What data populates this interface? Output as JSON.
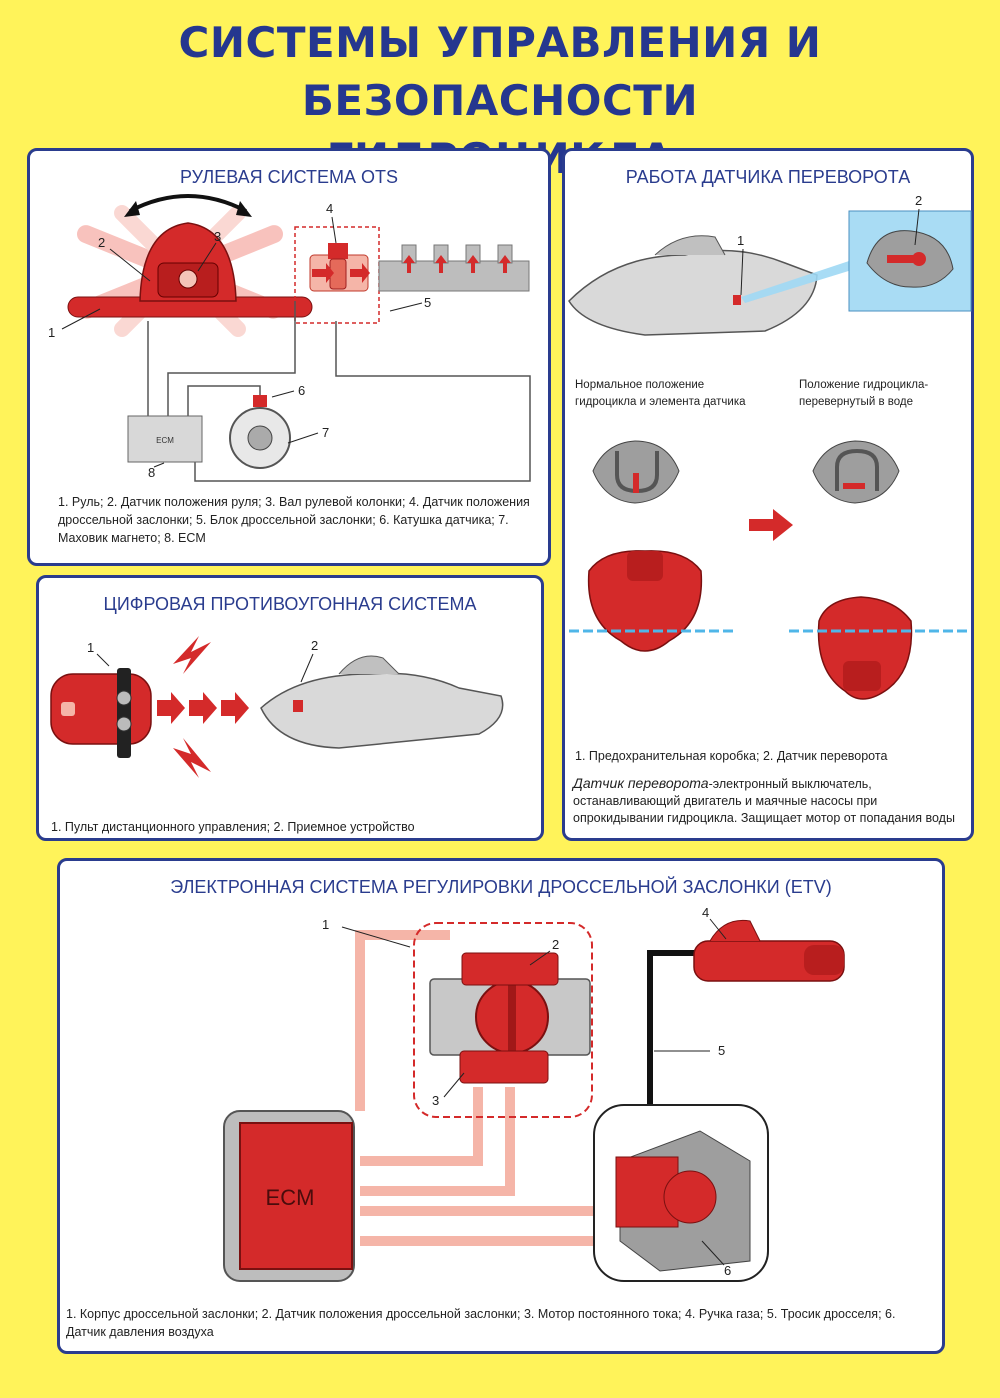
{
  "title": {
    "line1": "СИСТЕМЫ УПРАВЛЕНИЯ И БЕЗОПАСНОСТИ",
    "line2": "ГИДРОЦИКЛА"
  },
  "ots": {
    "title": "РУЛЕВАЯ СИСТЕМА OTS",
    "ecm_label": "ECM",
    "caption": "1. Руль; 2. Датчик положения руля; 3. Вал рулевой колонки; 4. Датчик положения дроссельной заслонки; 5. Блок дроссельной заслонки; 6. Катушка датчика; 7. Маховик магнето; 8. ECM",
    "numbers": [
      "1",
      "2",
      "3",
      "4",
      "5",
      "6",
      "7",
      "8"
    ]
  },
  "antitheft": {
    "title": "ЦИФРОВАЯ ПРОТИВОУГОННАЯ СИСТЕМА",
    "caption": "1. Пульт дистанционного управления; 2. Приемное устройство",
    "numbers": [
      "1",
      "2"
    ]
  },
  "rollover": {
    "title": "РАБОТА ДАТЧИКА ПЕРЕВОРОТА",
    "normal_text": "Нормальное положение гидроцикла и элемента датчика",
    "flipped_text": "Положение гидроцикла-перевернутый в воде",
    "caption": "1. Предохранительная коробка; 2. Датчик переворота",
    "desc_emph": "Датчик переворота",
    "desc_rest": "-электронный выключатель, останавливающий двигатель и маячные насосы при опрокидывании гидроцикла. Защищает мотор от попадания воды",
    "numbers": [
      "1",
      "2"
    ]
  },
  "etv": {
    "title": "ЭЛЕКТРОННАЯ СИСТЕМА РЕГУЛИРОВКИ ДРОССЕЛЬНОЙ ЗАСЛОНКИ (ETV)",
    "ecm_label": "ECM",
    "caption": "1. Корпус дроссельной заслонки; 2. Датчик положения дроссельной заслонки; 3. Мотор постоянного тока; 4. Ручка газа; 5. Тросик дросселя; 6. Датчик давления воздуха",
    "numbers": [
      "1",
      "2",
      "3",
      "4",
      "5",
      "6"
    ]
  },
  "colors": {
    "background": "#fff35a",
    "frame": "#2a3c8e",
    "title": "#25378f",
    "red": "#d42a2a",
    "pink": "#f5b5a8",
    "water": "#4fb6e8"
  },
  "icons": [
    "handlebar-icon",
    "throttle-sensor-icon",
    "ecm-unit-icon",
    "flywheel-icon",
    "remote-control-icon",
    "jetski-icon",
    "rollover-sensor-icon",
    "throttle-grip-icon",
    "air-pressure-sensor-icon"
  ]
}
